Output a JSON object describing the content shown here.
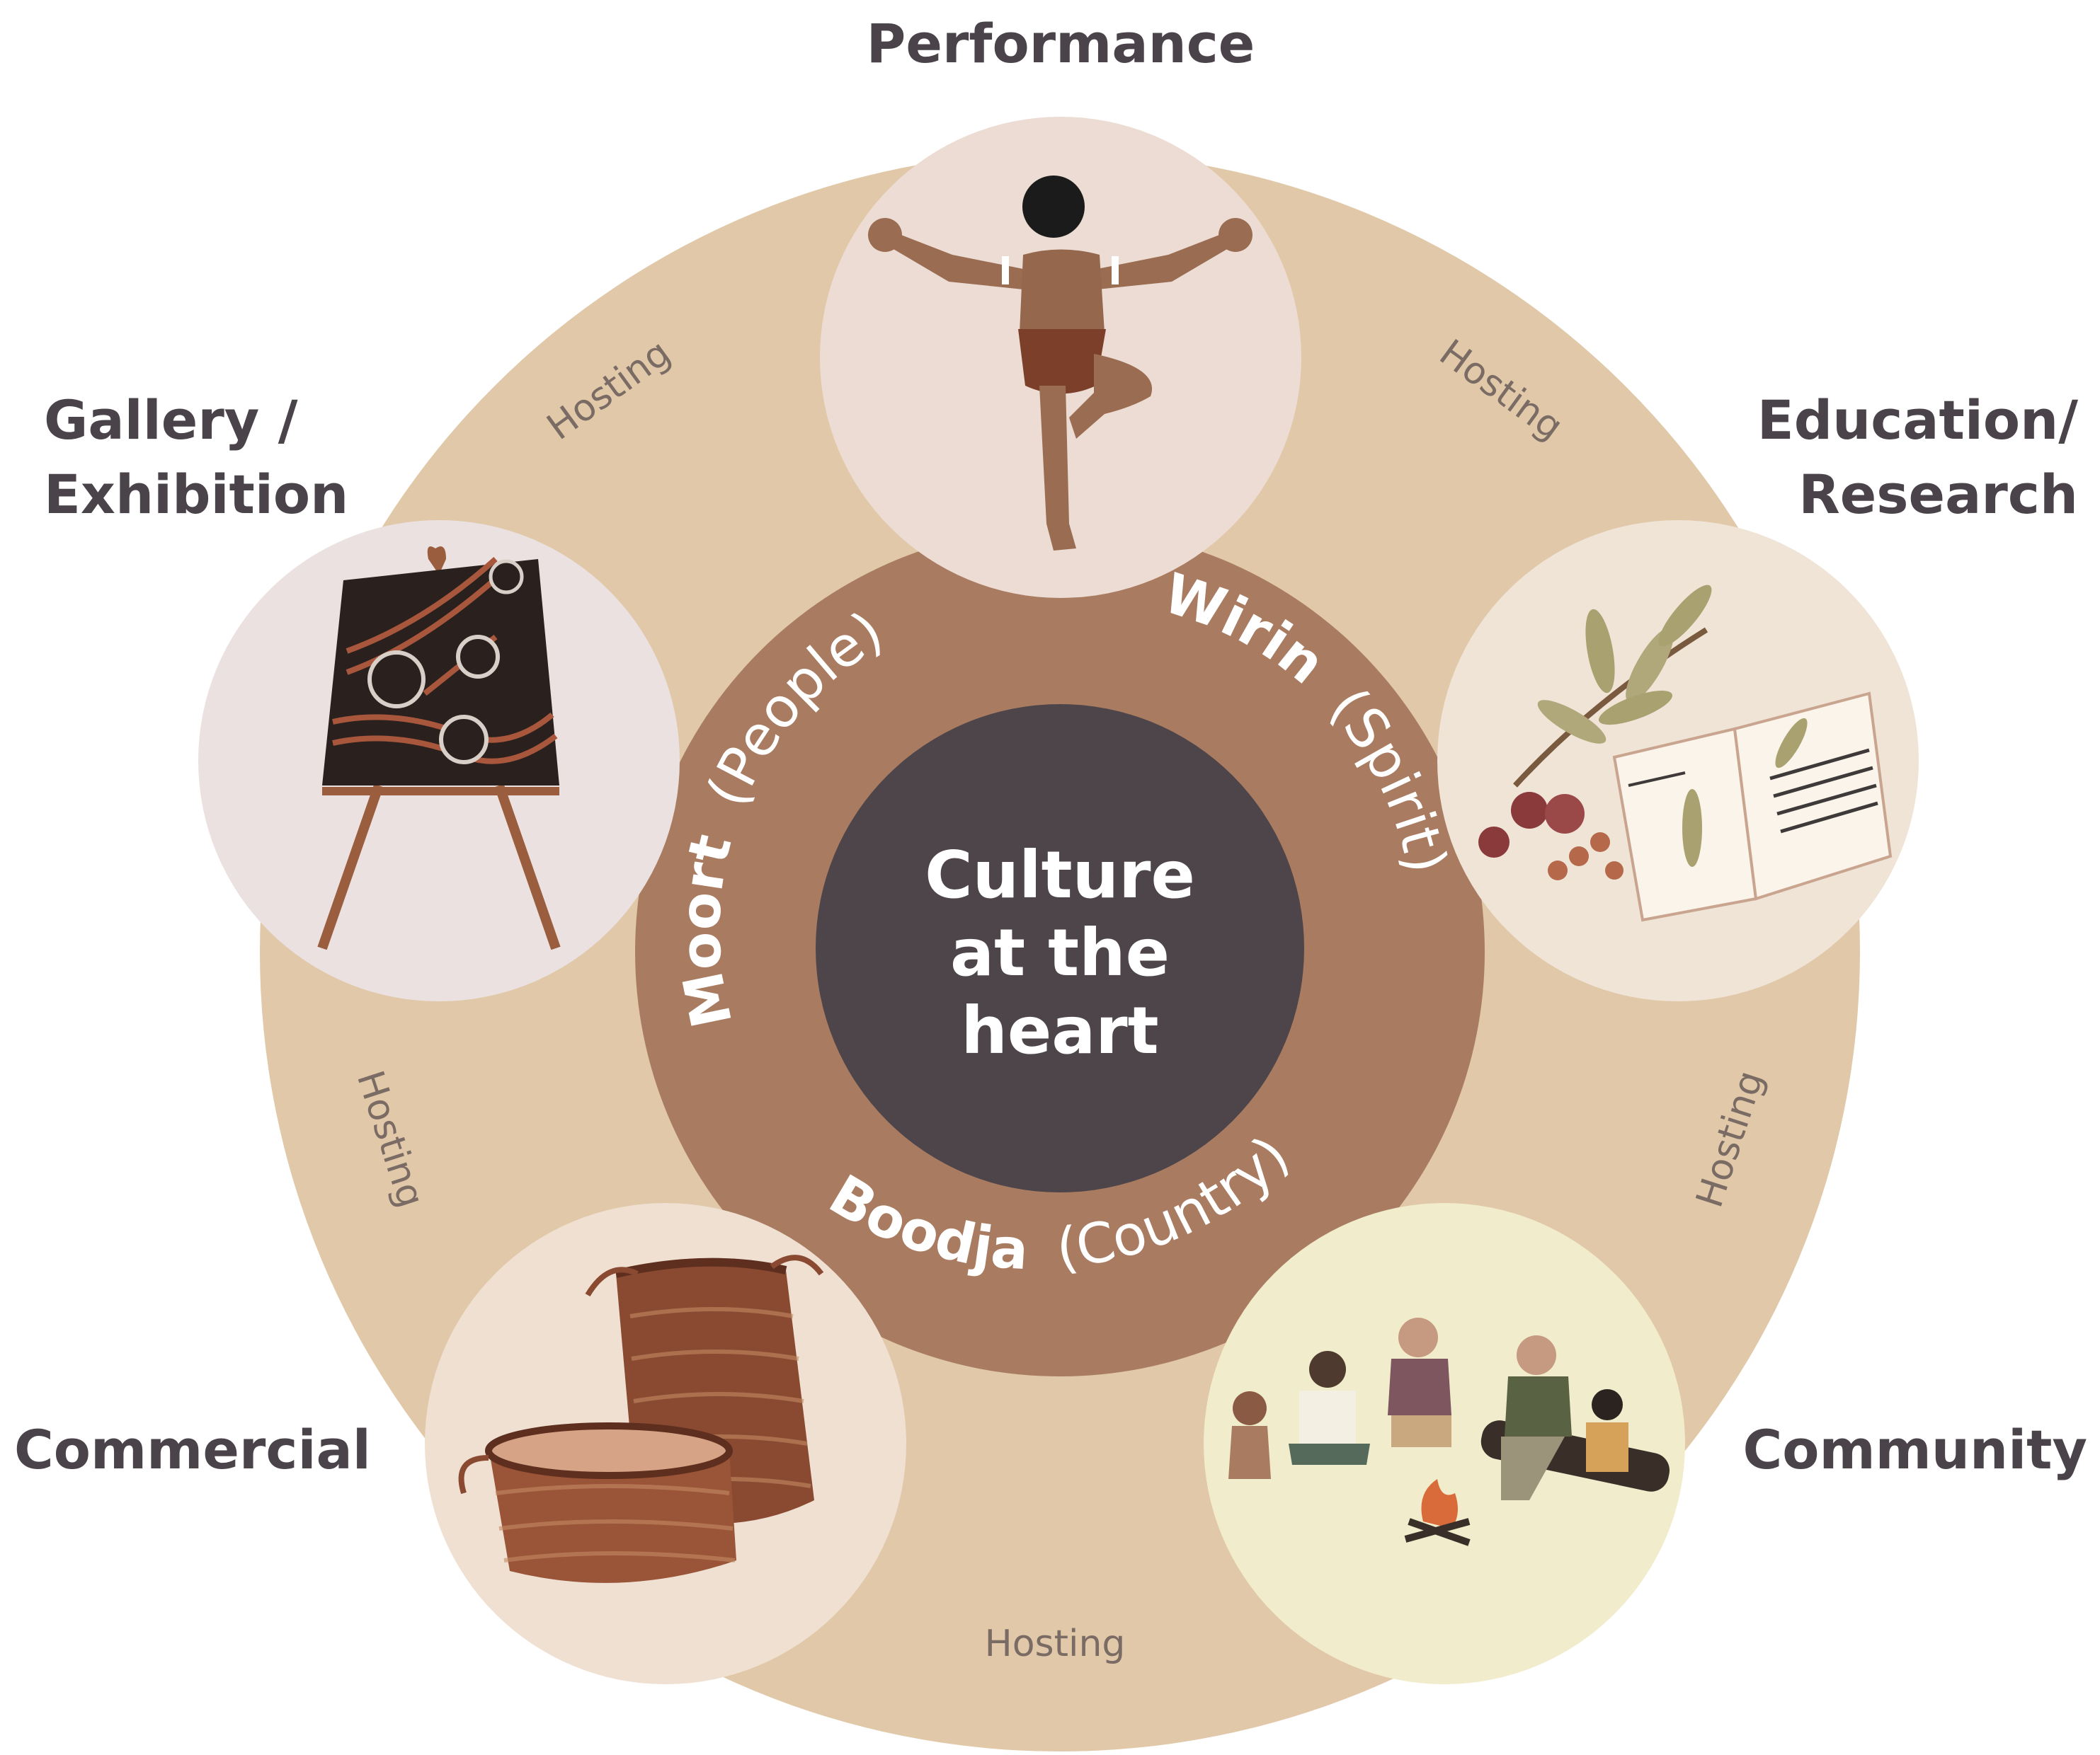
{
  "center": {
    "lines": [
      "Culture",
      "at the",
      "heart"
    ]
  },
  "ring": {
    "moort": {
      "bold": "Moort",
      "light": "(People)"
    },
    "wirin": {
      "bold": "Wirin",
      "light": "(Spirit)"
    },
    "boodja": {
      "bold": "Boodja",
      "light": "(Country)"
    }
  },
  "nodes": {
    "performance": {
      "label": [
        "Performance"
      ],
      "icon": "dancer-icon"
    },
    "education": {
      "label": [
        "Education/",
        "Research"
      ],
      "icon": "botanical-book-icon"
    },
    "community": {
      "label": [
        "Community"
      ],
      "icon": "campfire-gathering-icon"
    },
    "commercial": {
      "label": [
        "Commercial"
      ],
      "icon": "woven-baskets-icon"
    },
    "gallery": {
      "label": [
        "Gallery /",
        "Exhibition"
      ],
      "icon": "painting-easel-icon"
    }
  },
  "hosting": [
    "Hosting",
    "Hosting",
    "Hosting",
    "Hosting",
    "Hosting"
  ],
  "colors": {
    "outer_ring": "#e0c8a8",
    "inner_ring": "#a97c62",
    "center": "#4e454a",
    "label_text": "#4a4349",
    "hosting_text": "#7a6c65"
  }
}
